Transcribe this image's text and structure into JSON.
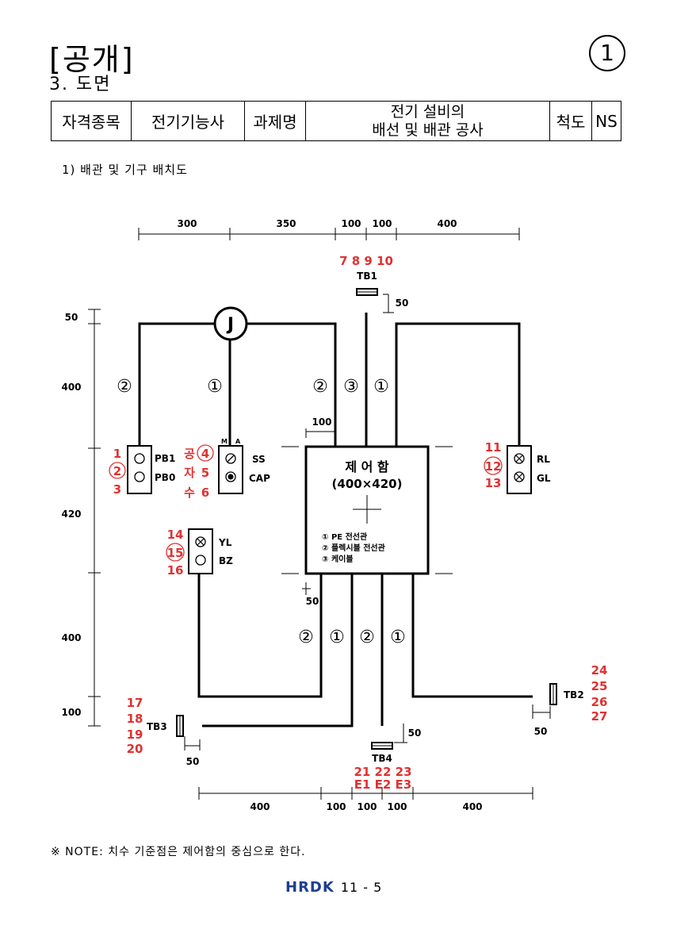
{
  "header": {
    "title": "[공개]",
    "subtitle": "3. 도면",
    "sheet_number": "1"
  },
  "info_table": {
    "label_qualification": "자격종목",
    "qualification": "전기기능사",
    "label_task": "과제명",
    "task_line1": "전기 설비의",
    "task_line2": "배선 및 배관 공사",
    "label_scale": "척도",
    "scale": "NS"
  },
  "section_label": "1) 배관 및 기구 배치도",
  "diagram": {
    "top_dims": [
      "300",
      "350",
      "100",
      "100",
      "400"
    ],
    "bottom_dims": [
      "400",
      "100",
      "100",
      "100",
      "400"
    ],
    "left_dims": [
      "50",
      "400",
      "420",
      "400",
      "100"
    ],
    "small_dims": {
      "tb1_offset": "50",
      "ctrl_top": "100",
      "ctrl_bottom": "50",
      "tb2_offset": "50",
      "tb3_offset": "50",
      "tb4_offset": "50"
    },
    "junction_label": "J",
    "conduit_marks": {
      "one": "①",
      "two": "②",
      "three": "③"
    },
    "control_box": {
      "title": "제 어 함",
      "size": "(400×420)",
      "legend": [
        "① PE 전선관",
        "② 플렉시블 전선관",
        "③ 케이블"
      ]
    },
    "tb1": {
      "label": "TB1",
      "numbers": "7 8 9 10"
    },
    "tb2": {
      "label": "TB2",
      "numbers": [
        "24",
        "25",
        "26",
        "27"
      ]
    },
    "tb3": {
      "label": "TB3",
      "numbers": [
        "17",
        "18",
        "19",
        "20"
      ]
    },
    "tb4": {
      "label": "TB4",
      "numbers_row1": "21 22 23",
      "numbers_row2": "E1 E2 E3"
    },
    "pb": {
      "labels": [
        "PB1",
        "PB0"
      ],
      "numbers": [
        "1",
        "2",
        "3"
      ]
    },
    "ss": {
      "labels": [
        "SS",
        "CAP"
      ],
      "switch_marks": [
        "M",
        "A"
      ],
      "prefix": [
        "공",
        "자",
        "수"
      ],
      "numbers": [
        "4",
        "5",
        "6"
      ]
    },
    "rl": {
      "labels": [
        "RL",
        "GL"
      ],
      "numbers": [
        "11",
        "12",
        "13"
      ]
    },
    "yl": {
      "labels": [
        "YL",
        "BZ"
      ],
      "numbers": [
        "14",
        "15",
        "16"
      ]
    }
  },
  "note": "※ NOTE: 치수 기준점은 제어함의 중심으로 한다.",
  "footer": {
    "logo": "HRDK",
    "page": "11 - 5"
  },
  "colors": {
    "terminal_number": "#e03131",
    "line": "#000000",
    "logo": "#1e3f8f"
  }
}
